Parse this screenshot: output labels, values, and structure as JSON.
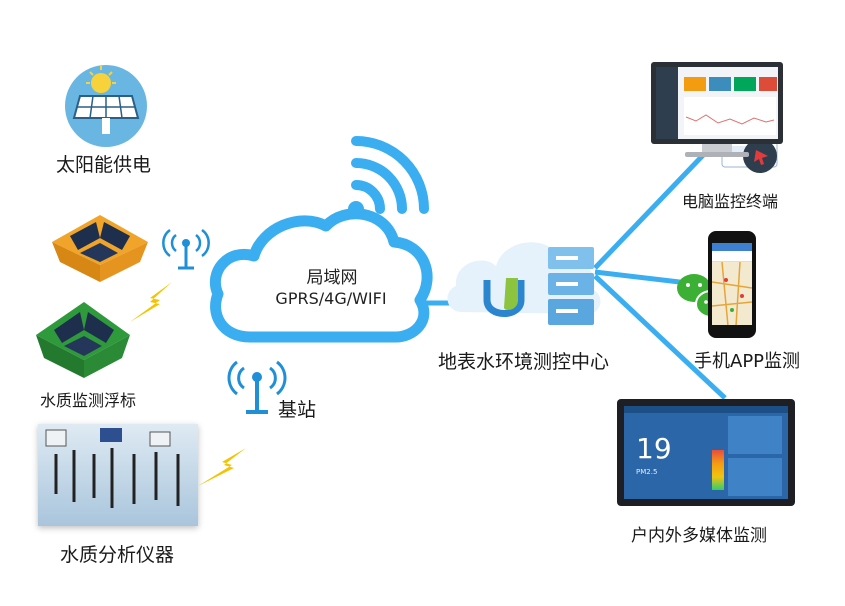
{
  "labels": {
    "solar": "太阳能供电",
    "buoy": "水质监测浮标",
    "analyzer": "水质分析仪器",
    "base_station": "基站",
    "center": "地表水环境测控中心",
    "pc": "电脑监控终端",
    "app": "手机APP监测",
    "media": "户内外多媒体监测"
  },
  "cloud": {
    "line1": "局域网",
    "line2": "GPRS/4G/WIFI"
  },
  "media_screen": {
    "value": "19",
    "pm_label": "PM2.5"
  },
  "colors": {
    "accent_blue": "#3aaef0",
    "signal_blue": "#1f8fd8",
    "lightning": "#f5c400",
    "buoy_orange": "#f0a42a",
    "buoy_green": "#2f9a3c"
  },
  "icons": [
    "solar-panel-icon",
    "antenna-icon",
    "cloud-icon",
    "wifi-signal-icon",
    "server-icon",
    "wechat-icon",
    "lightning-icon"
  ]
}
